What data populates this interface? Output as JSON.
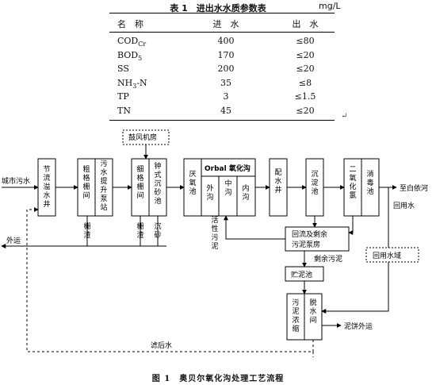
{
  "table": {
    "title": "表 1　进出水水质参数表",
    "unit": "mg/L",
    "headers": [
      "名　称",
      "进　水",
      "出　水"
    ],
    "rows": [
      {
        "name": "COD_Cr",
        "name_main": "COD",
        "name_sub": "Cr",
        "in": "400",
        "out": "≤80"
      },
      {
        "name": "BOD5",
        "name_main": "BOD",
        "name_sub": "5",
        "in": "170",
        "out": "≤20"
      },
      {
        "name": "SS",
        "name_main": "SS",
        "name_sub": "",
        "in": "200",
        "out": "≤20"
      },
      {
        "name": "NH3-N",
        "name_main": "NH",
        "name_sub": "3",
        "name_tail": "-N",
        "in": "35",
        "out": "≤8"
      },
      {
        "name": "TP",
        "name_main": "TP",
        "name_sub": "",
        "in": "3",
        "out": "≤1.5"
      },
      {
        "name": "TN",
        "name_main": "TN",
        "name_sub": "",
        "in": "45",
        "out": "≤20"
      }
    ]
  },
  "diagram": {
    "labels": {
      "city_sewage": "城市污水",
      "outlet": "至白依河",
      "reuse_water": "回用水",
      "export": "外运",
      "screenings1": "栅渣",
      "screenings2": "栅渣",
      "grit": "沉砂",
      "activated_sludge": "活性污泥",
      "excess_sludge": "剩余污泥",
      "cake_export": "泥饼外运",
      "filtrate": "滤后水"
    },
    "nodes": {
      "weir_well": "节流溢水井",
      "coarse_screen": "粗格栅间",
      "lift_pump": "污水提升泵站",
      "fine_screen": "细格栅间",
      "grit_chamber": "钟式沉砂池",
      "blower_room": "鼓风机房",
      "anoxic_tank": "厌氧池",
      "orbal_title": "Orbal 氧化沟",
      "outer_ditch": "外沟",
      "middle_ditch": "中沟",
      "inner_ditch": "内沟",
      "distribution_well": "配水井",
      "settling_tank": "沉淀池",
      "disinfection_tank": "消毒池",
      "chlorine_dioxide": "二氧化氯",
      "return_pump": "回流及剩余污泥泵房",
      "sludge_storage": "贮泥池",
      "thickening": "污泥浓缩",
      "dewatering": "脱水间",
      "reuse_area": "回用水域"
    }
  },
  "caption": "图 1　奥贝尔氧化沟处理工艺流程"
}
